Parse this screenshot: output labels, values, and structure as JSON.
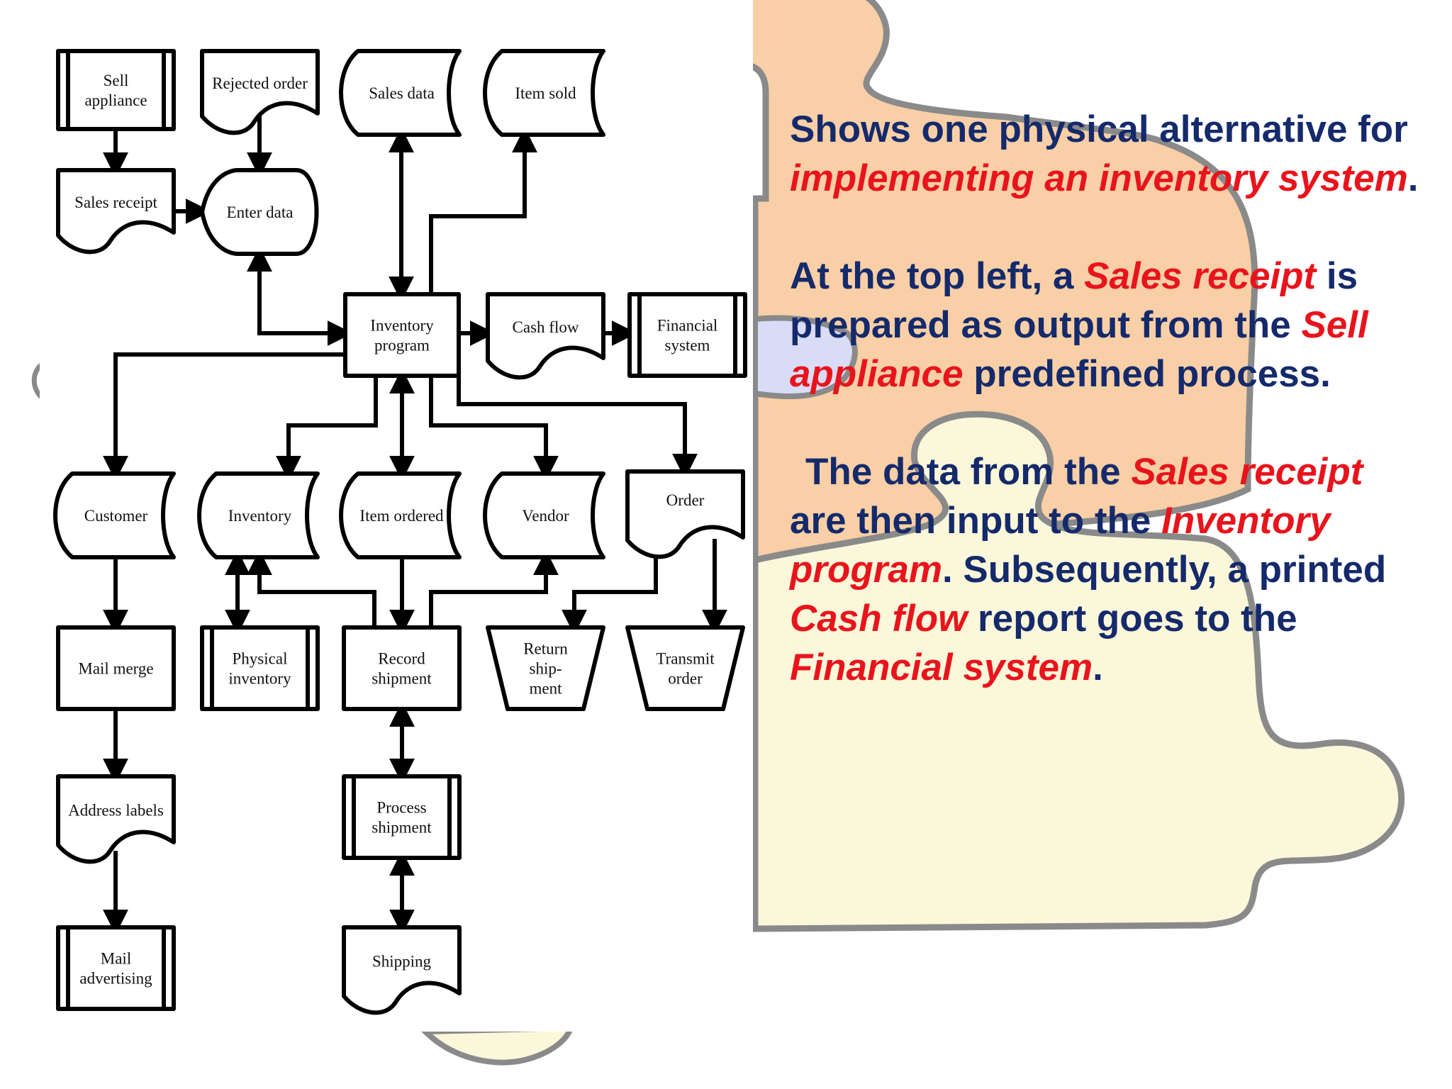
{
  "colors": {
    "background": "#ffffff",
    "text_navy": "#152a6b",
    "text_highlight": "#e8141c",
    "puzzle_orange": "#f8cfa6",
    "puzzle_cream": "#fbf7da",
    "puzzle_blue": "#d8dcf7",
    "puzzle_outline": "#8a8a8a",
    "diagram_stroke": "#000000"
  },
  "description_text": [
    {
      "runs": [
        {
          "text": "Shows one physical alternative for ",
          "highlight": false
        },
        {
          "text": "implementing an inventory system",
          "highlight": true
        },
        {
          "text": ".",
          "highlight": false
        }
      ]
    },
    {
      "runs": [
        {
          "text": "At the top left, a ",
          "highlight": false
        },
        {
          "text": "Sales receipt",
          "highlight": true
        },
        {
          "text": " is prepared as output from the ",
          "highlight": false
        },
        {
          "text": "Sell appliance",
          "highlight": true
        },
        {
          "text": " predefined process.",
          "highlight": false
        }
      ]
    },
    {
      "runs": [
        {
          "text": "The data from the ",
          "highlight": false
        },
        {
          "text": "Sales receipt",
          "highlight": true
        },
        {
          "text": "  are then input to the ",
          "highlight": false
        },
        {
          "text": "Inventory program",
          "highlight": true
        },
        {
          "text": ". Subsequently, a printed ",
          "highlight": false
        },
        {
          "text": "Cash flow",
          "highlight": true
        },
        {
          "text": " report goes to the ",
          "highlight": false
        },
        {
          "text": "Financial system",
          "highlight": true
        },
        {
          "text": ".",
          "highlight": false
        }
      ]
    }
  ],
  "flowchart": {
    "nodes": [
      {
        "id": "sell-appliance",
        "type": "predefined-process",
        "lines": [
          "Sell",
          "appliance"
        ]
      },
      {
        "id": "rejected-order",
        "type": "document",
        "lines": [
          "Rejected order"
        ]
      },
      {
        "id": "sales-data",
        "type": "stored-data",
        "lines": [
          "Sales data"
        ]
      },
      {
        "id": "item-sold",
        "type": "stored-data",
        "lines": [
          "Item sold"
        ]
      },
      {
        "id": "sales-receipt",
        "type": "document",
        "lines": [
          "Sales receipt"
        ]
      },
      {
        "id": "enter-data",
        "type": "display",
        "lines": [
          "Enter data"
        ]
      },
      {
        "id": "inventory-program",
        "type": "process",
        "lines": [
          "Inventory",
          "program"
        ]
      },
      {
        "id": "cash-flow",
        "type": "document",
        "lines": [
          "Cash flow"
        ]
      },
      {
        "id": "financial-system",
        "type": "predefined-process",
        "lines": [
          "Financial",
          "system"
        ]
      },
      {
        "id": "customer",
        "type": "stored-data",
        "lines": [
          "Customer"
        ]
      },
      {
        "id": "inventory",
        "type": "stored-data",
        "lines": [
          "Inventory"
        ]
      },
      {
        "id": "item-ordered",
        "type": "stored-data",
        "lines": [
          "Item ordered"
        ]
      },
      {
        "id": "vendor",
        "type": "stored-data",
        "lines": [
          "Vendor"
        ]
      },
      {
        "id": "order",
        "type": "document",
        "lines": [
          "Order"
        ]
      },
      {
        "id": "mail-merge",
        "type": "process",
        "lines": [
          "Mail merge"
        ]
      },
      {
        "id": "physical-inventory",
        "type": "predefined-process",
        "lines": [
          "Physical",
          "inventory"
        ]
      },
      {
        "id": "record-shipment",
        "type": "process",
        "lines": [
          "Record",
          "shipment"
        ]
      },
      {
        "id": "return-shipment",
        "type": "manual-operation",
        "lines": [
          "Return",
          "ship-",
          "ment"
        ]
      },
      {
        "id": "transmit-order",
        "type": "manual-operation",
        "lines": [
          "Transmit",
          "order"
        ]
      },
      {
        "id": "address-labels",
        "type": "document",
        "lines": [
          "Address labels"
        ]
      },
      {
        "id": "process-shipment",
        "type": "predefined-process",
        "lines": [
          "Process",
          "shipment"
        ]
      },
      {
        "id": "mail-advertising",
        "type": "predefined-process",
        "lines": [
          "Mail",
          "advertising"
        ]
      },
      {
        "id": "shipping",
        "type": "document",
        "lines": [
          "Shipping"
        ]
      }
    ],
    "edges": [
      {
        "from": "sell-appliance",
        "to": "sales-receipt"
      },
      {
        "from": "rejected-order",
        "to": "enter-data"
      },
      {
        "from": "sales-receipt",
        "to": "enter-data"
      },
      {
        "from": "enter-data",
        "to": "inventory-program",
        "bidirectional": true
      },
      {
        "from": "inventory-program",
        "to": "sales-data",
        "bidirectional": true
      },
      {
        "from": "inventory-program",
        "to": "item-sold"
      },
      {
        "from": "inventory-program",
        "to": "cash-flow"
      },
      {
        "from": "cash-flow",
        "to": "financial-system"
      },
      {
        "from": "inventory-program",
        "to": "customer"
      },
      {
        "from": "inventory-program",
        "to": "inventory"
      },
      {
        "from": "inventory-program",
        "to": "item-ordered",
        "bidirectional": true
      },
      {
        "from": "inventory-program",
        "to": "vendor"
      },
      {
        "from": "inventory-program",
        "to": "order"
      },
      {
        "from": "customer",
        "to": "mail-merge"
      },
      {
        "from": "inventory",
        "to": "physical-inventory",
        "bidirectional": true
      },
      {
        "from": "record-shipment",
        "to": "inventory"
      },
      {
        "from": "item-ordered",
        "to": "record-shipment"
      },
      {
        "from": "record-shipment",
        "to": "vendor"
      },
      {
        "from": "order",
        "to": "return-shipment"
      },
      {
        "from": "order",
        "to": "transmit-order"
      },
      {
        "from": "mail-merge",
        "to": "address-labels"
      },
      {
        "from": "record-shipment",
        "to": "process-shipment",
        "bidirectional": true
      },
      {
        "from": "address-labels",
        "to": "mail-advertising"
      },
      {
        "from": "process-shipment",
        "to": "shipping",
        "bidirectional": true
      }
    ]
  }
}
